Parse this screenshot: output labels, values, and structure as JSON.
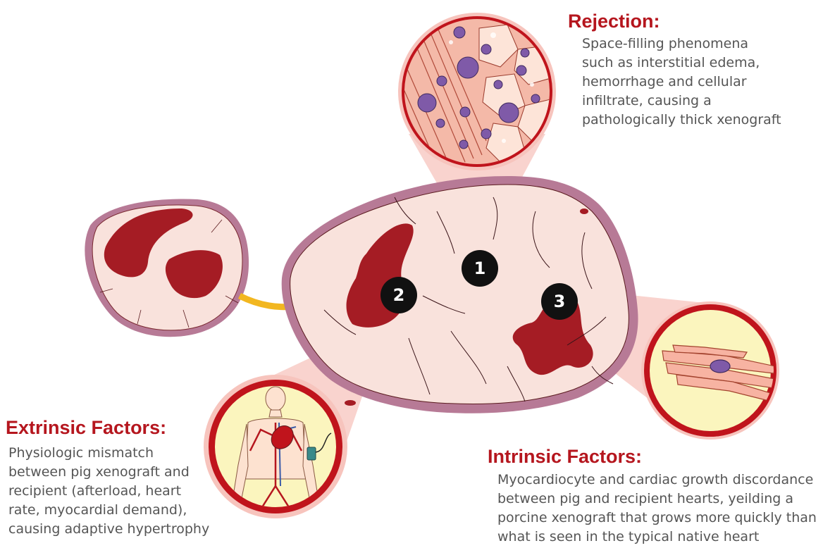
{
  "rejection": {
    "heading": "Rejection:",
    "lines": [
      "Space-filling phenomena",
      "such as interstitial edema,",
      "hemorrhage and cellular",
      "infiltrate, causing a",
      "pathologically thick xenograft"
    ]
  },
  "extrinsic": {
    "heading": "Extrinsic Factors:",
    "lines": [
      "Physiologic mismatch",
      "between pig xenograft and",
      "recipient (afterload, heart",
      "rate, myocardial demand),",
      "causing adaptive hypertrophy"
    ]
  },
  "intrinsic": {
    "heading": "Intrinsic Factors:",
    "lines": [
      "Myocardiocyte and cardiac growth discordance",
      "between pig and recipient hearts, yeilding a",
      "porcine xenograft that grows more quickly than",
      "what is seen in the typical native heart"
    ]
  },
  "markers": [
    "1",
    "2",
    "3"
  ],
  "colors": {
    "heading_red": "#b5161e",
    "tissue": "#f9e2dc",
    "lesion": "#a51c24",
    "pericardium": "#b77a96",
    "callout_pink": "#f7c4bd",
    "callout_ring": "#c0141c",
    "inset_yellow": "#fbf5be",
    "arrow": "#f2b720"
  }
}
